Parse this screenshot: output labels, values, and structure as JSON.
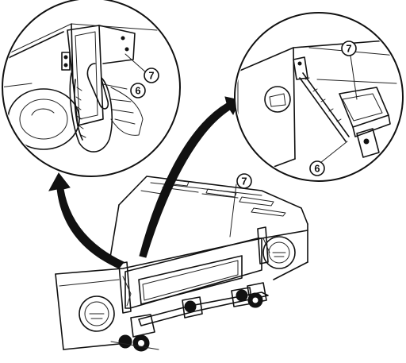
{
  "callouts": {
    "left_detail_seven": "7",
    "left_detail_six": "6",
    "right_detail_seven": "7",
    "right_detail_six": "6",
    "main_view_seven": "7"
  }
}
